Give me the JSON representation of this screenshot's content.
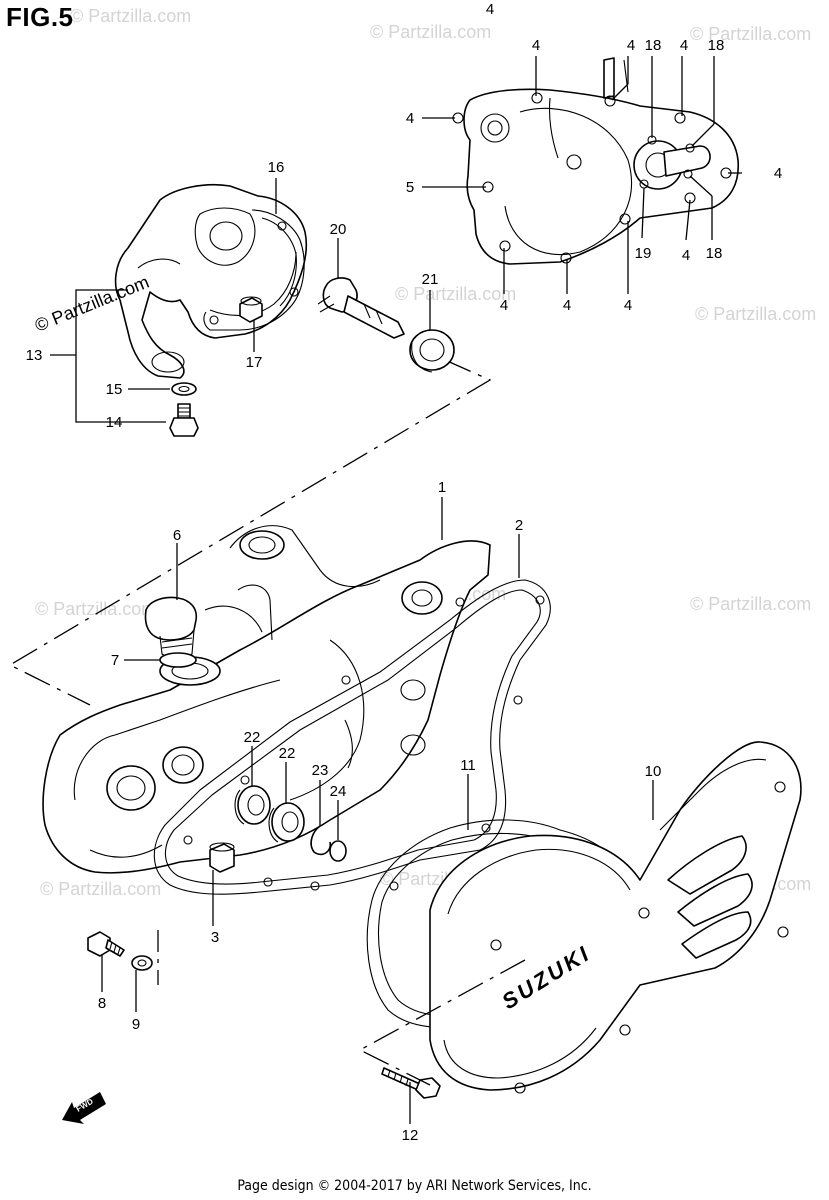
{
  "figure": {
    "title": "FIG.5"
  },
  "footer": {
    "text": "Page design © 2004-2017 by ARI Network Services, Inc."
  },
  "watermark": {
    "text": "© Partzilla.com",
    "color": "#d4d4d4"
  },
  "main_watermark": {
    "text": "© Partzilla.com"
  },
  "brand": {
    "text": "SUZUKI"
  },
  "fwd_arrow": {
    "text": "FWD"
  },
  "callouts": {
    "c1": "1",
    "c2": "2",
    "c3": "3",
    "c4a": "4",
    "c4b": "4",
    "c4c": "4",
    "c4d": "4",
    "c4e": "4",
    "c4f": "4",
    "c4g": "4",
    "c4h": "4",
    "c4i": "4",
    "c4j": "4",
    "c5": "5",
    "c6": "6",
    "c7": "7",
    "c8": "8",
    "c9": "9",
    "c10": "10",
    "c11": "11",
    "c12": "12",
    "c13": "13",
    "c14": "14",
    "c15": "15",
    "c16": "16",
    "c17": "17",
    "c18a": "18",
    "c18b": "18",
    "c18c": "18",
    "c19": "19",
    "c20": "20",
    "c21": "21",
    "c22a": "22",
    "c22b": "22",
    "c23": "23",
    "c24": "24"
  }
}
